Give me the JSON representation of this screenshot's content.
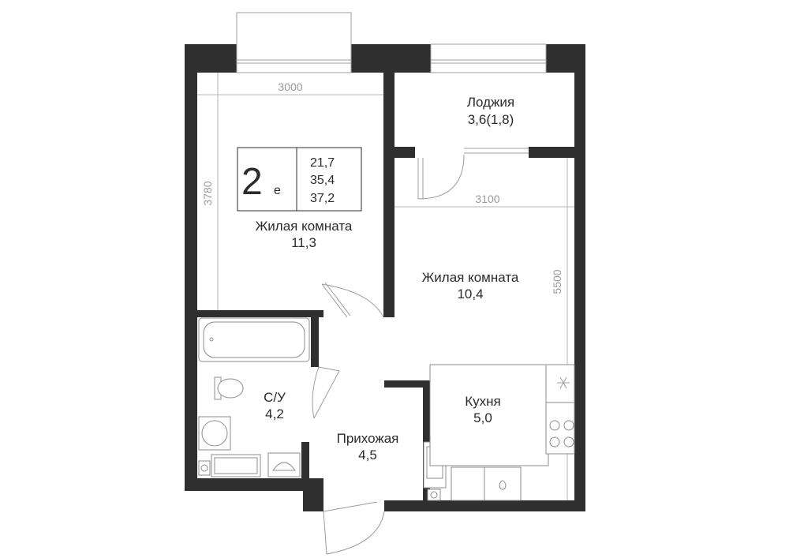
{
  "apartment": {
    "badge": {
      "type_number": "2",
      "type_suffix": "е",
      "areas": [
        "21,7",
        "35,4",
        "37,2"
      ]
    }
  },
  "rooms": {
    "living_room_1": {
      "name": "Жилая комната",
      "area": "11,3"
    },
    "living_room_2": {
      "name": "Жилая комната",
      "area": "10,4"
    },
    "loggia": {
      "name": "Лоджия",
      "area": "3,6(1,8)"
    },
    "kitchen": {
      "name": "Кухня",
      "area": "5,0"
    },
    "bathroom": {
      "name": "С/У",
      "area": "4,2"
    },
    "hallway": {
      "name": "Прихожая",
      "area": "4,5"
    }
  },
  "dimensions": {
    "room1_width": "3000",
    "room1_depth": "3780",
    "room2_width": "3100",
    "room2_depth": "5500"
  },
  "colors": {
    "wall": "#2f2f2f",
    "text": "#2b2b2b",
    "dimension": "#9a9a9a"
  }
}
